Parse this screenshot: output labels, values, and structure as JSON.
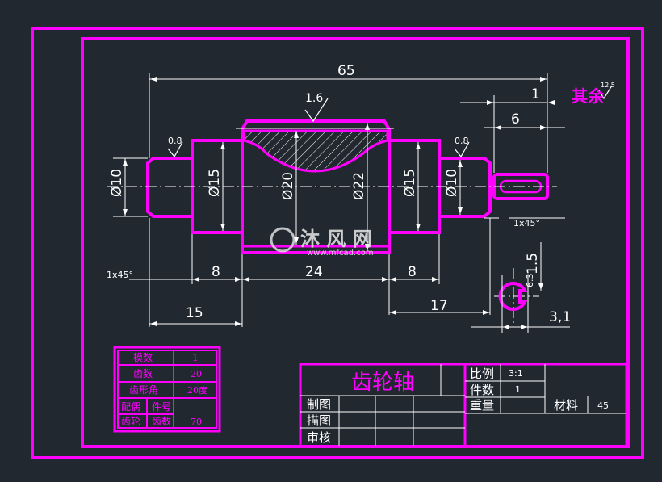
{
  "dimensions": {
    "total_length": "65",
    "keyway_offset": "1",
    "keyway_length": "6",
    "dia_end_left": "Ø10",
    "dia_shoulder_left": "Ø15",
    "dia_root": "Ø20",
    "dia_tip": "Ø22",
    "dia_shoulder_right": "Ø15",
    "dia_end_right": "Ø10",
    "chamfer_left": "1x45°",
    "chamfer_right": "1x45°",
    "len_shoulder_left": "8",
    "len_gear": "24",
    "len_shoulder_right": "8",
    "len_left": "15",
    "len_right": "17",
    "key_depth": "1.5",
    "section_width": "3,1",
    "section_rough": "6.3"
  },
  "roughness": {
    "gear_face": "1.6",
    "left_shaft": "0.8",
    "right_shaft": "0.8",
    "other": "其余",
    "other_value": "12.5"
  },
  "gear_table": {
    "rows": [
      {
        "label": "模数",
        "value": "1"
      },
      {
        "label": "齿数",
        "value": "20"
      },
      {
        "label": "齿形角",
        "value": "20度"
      }
    ],
    "mate_label_a": "配偶",
    "mate_label_b": "齿轮",
    "part_no_label": "件号",
    "teeth_label": "齿数",
    "teeth_value": "70"
  },
  "title_block": {
    "title": "齿轮轴",
    "scale_label": "比例",
    "scale_value": "3:1",
    "count_label": "件数",
    "count_value": "1",
    "weight_label": "重量",
    "material_label": "材料",
    "material_value": "45",
    "drawn_label": "制图",
    "traced_label": "描图",
    "checked_label": "审核"
  },
  "watermark": {
    "brand": "沐 风 网",
    "url": "www.mfcad.com"
  },
  "colors": {
    "background": "#212830",
    "outline": "#ff00ff",
    "annotation": "#ffffff"
  }
}
